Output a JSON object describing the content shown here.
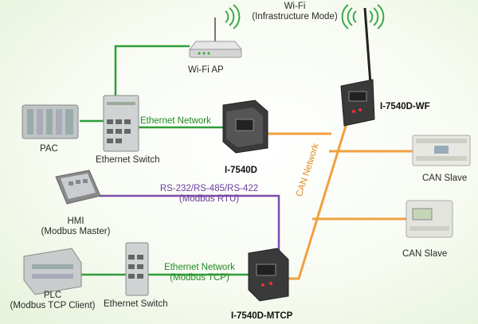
{
  "wifi_label_1": "Wi-Fi",
  "wifi_label_2": "(Infrastructure Mode)",
  "wifi_ap": "Wi-Fi AP",
  "i7540d_wf": "I-7540D-WF",
  "ethernet_network_1": "Ethernet Network",
  "pac": "PAC",
  "ethernet_switch_1": "Ethernet Switch",
  "i7540d": "I-7540D",
  "can_slave_1": "CAN Slave",
  "can_network": "CAN Network",
  "serial_label_1": "RS-232/RS-485/RS-422",
  "serial_label_2": "(Modbus RTU)",
  "hmi_1": "HMI",
  "hmi_2": "(Modbus Master)",
  "can_slave_2": "CAN Slave",
  "ethernet_network_2": "Ethernet Network",
  "modbus_tcp": "(Modbus TCP)",
  "plc_1": "PLC",
  "plc_2": "(Modbus TCP Client)",
  "ethernet_switch_2": "Ethernet Switch",
  "i7540d_mtcp": "I-7540D-MTCP",
  "colors": {
    "ethernet": "#2e9e3a",
    "serial": "#7a4fa8",
    "can": "#f0a040"
  }
}
